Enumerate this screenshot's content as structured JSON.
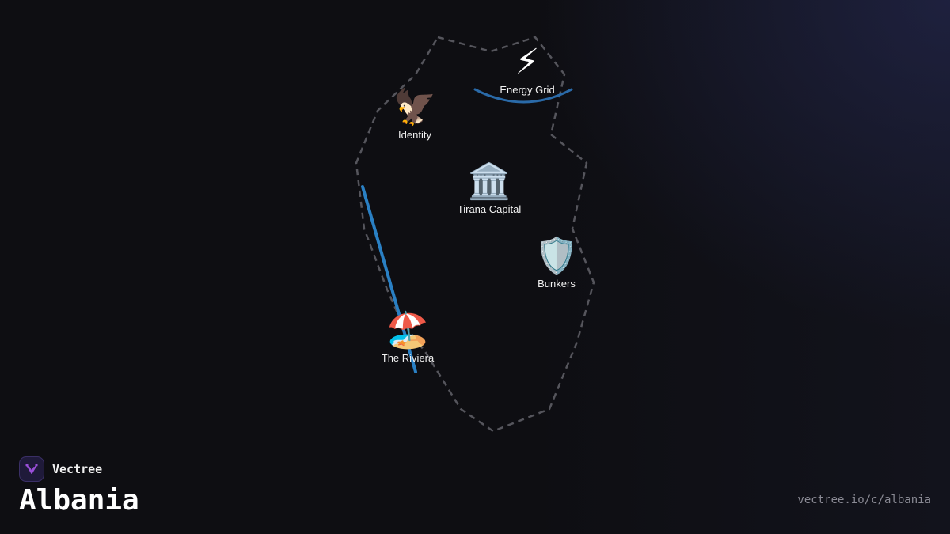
{
  "map": {
    "title": "Albania",
    "colors": {
      "border": "#55555c",
      "route": "#2a80c4",
      "arc": "#2a6aa8",
      "background": "#0e0e12"
    },
    "points_of_interest": [
      {
        "id": "energy-grid",
        "icon": "lightning-icon",
        "glyph": "⚡",
        "label": "Energy Grid"
      },
      {
        "id": "identity",
        "icon": "eagle-icon",
        "glyph": "🦅",
        "label": "Identity"
      },
      {
        "id": "tirana-capital",
        "icon": "classical-building-icon",
        "glyph": "🏛️",
        "label": "Tirana Capital"
      },
      {
        "id": "bunkers",
        "icon": "shield-icon",
        "glyph": "🛡️",
        "label": "Bunkers"
      },
      {
        "id": "the-riviera",
        "icon": "beach-umbrella-icon",
        "glyph": "🏖️",
        "label": "The Riviera"
      }
    ]
  },
  "brand": {
    "name": "Vectree",
    "logo_icon": "vectree-logo-icon",
    "logo_color": "#9a4fd8"
  },
  "footer": {
    "url": "vectree.io/c/albania"
  }
}
